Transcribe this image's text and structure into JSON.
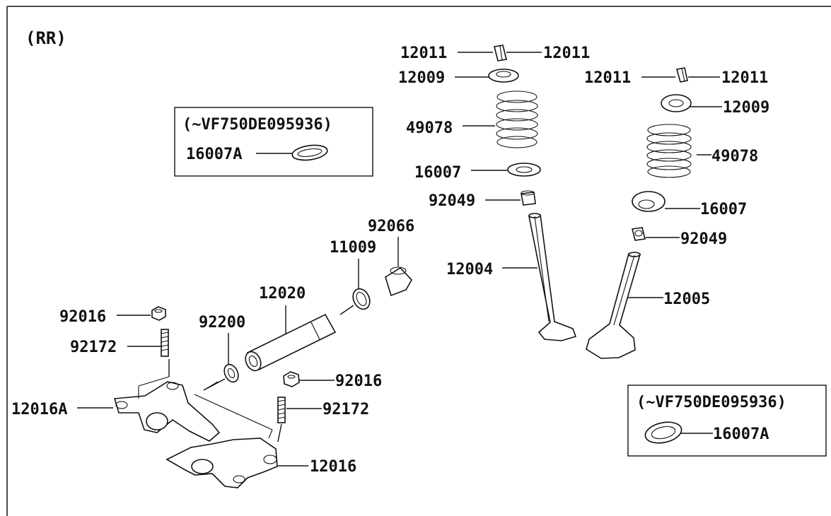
{
  "section_label": "(RR)",
  "serial_note_left": "(~VF750DE095936)",
  "serial_note_right": "(~VF750DE095936)",
  "parts": {
    "p12011_a": "12011",
    "p12011_b": "12011",
    "p12011_c": "12011",
    "p12011_d": "12011",
    "p12009_a": "12009",
    "p12009_b": "12009",
    "p49078_a": "49078",
    "p49078_b": "49078",
    "p16007_a": "16007",
    "p16007_b": "16007",
    "p16007A_a": "16007A",
    "p16007A_b": "16007A",
    "p92049_a": "92049",
    "p92049_b": "92049",
    "p92066": "92066",
    "p11009": "11009",
    "p12004": "12004",
    "p12005": "12005",
    "p12020": "12020",
    "p92200": "92200",
    "p92016_a": "92016",
    "p92016_b": "92016",
    "p92172_a": "92172",
    "p92172_b": "92172",
    "p12016A": "12016A",
    "p12016": "12016"
  }
}
